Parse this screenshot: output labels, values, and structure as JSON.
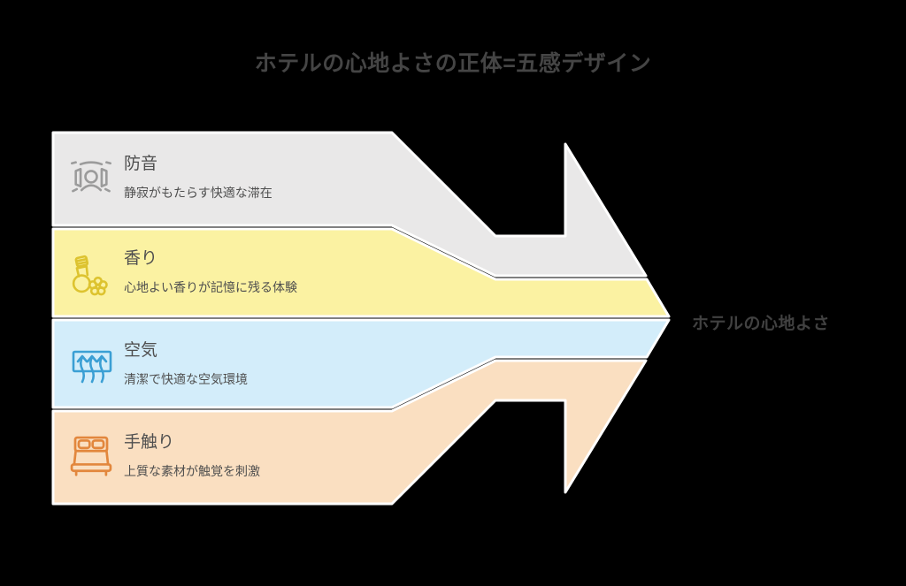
{
  "title": "ホテルの心地よさの正体=五感デザイン",
  "result": {
    "label": "ホテルの心地よさ"
  },
  "bands": [
    {
      "label": "防音",
      "description": "静寂がもたらす快適な滞在",
      "fill": "#e9e8e8",
      "icon": "soundproof-audience-icon",
      "icon_color": "#9b9b9b"
    },
    {
      "label": "香り",
      "description": "心地よい香りが記憶に残る体験",
      "fill": "#fbf2a2",
      "icon": "perfume-bottle-flower-icon",
      "icon_color": "#ddc32f"
    },
    {
      "label": "空気",
      "description": "清潔で快適な空気環境",
      "fill": "#d3edfa",
      "icon": "air-vent-arrows-icon",
      "icon_color": "#3b9fd4"
    },
    {
      "label": "手触り",
      "description": "上質な素材が触覚を刺激",
      "fill": "#fadfc1",
      "icon": "bed-icon",
      "icon_color": "#e2873d"
    }
  ],
  "colors": {
    "background": "#000000",
    "separator": "#ffffff",
    "title_text": "#454545",
    "heading_text": "#4f4f4f",
    "description_text": "#4f4f4f",
    "result_text": "#414141"
  }
}
